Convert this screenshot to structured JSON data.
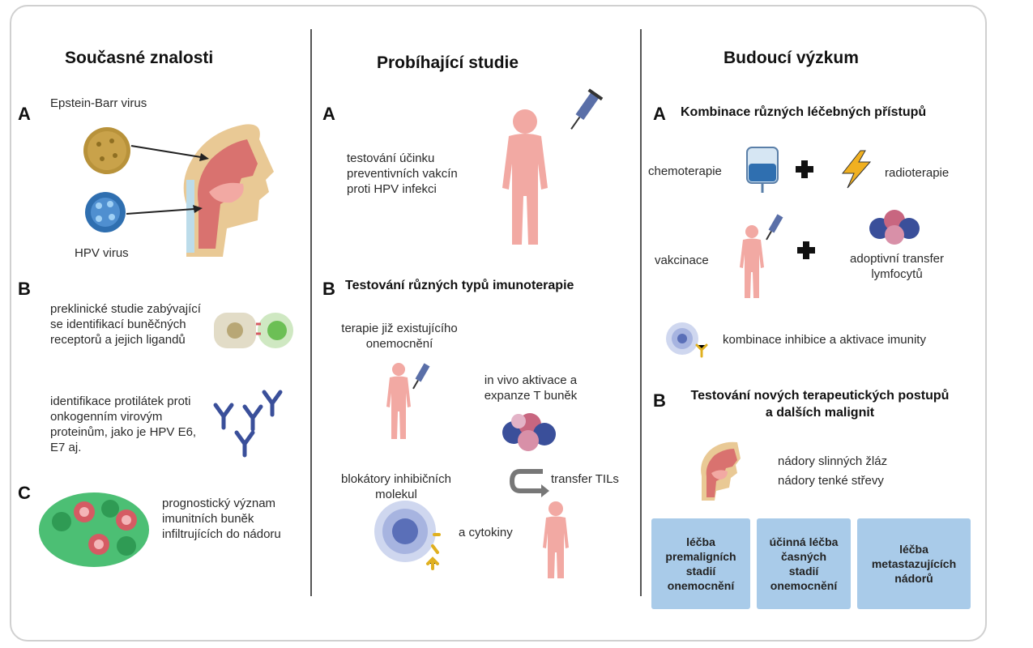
{
  "columns": [
    {
      "title": "Současné znalosti",
      "sections": [
        {
          "letter": "A",
          "items": [
            "Epstein-Barr virus",
            "HPV virus"
          ]
        },
        {
          "letter": "B",
          "items": [
            "preklinické studie zabývající se identifikací buněčných receptorů a jejich ligandů",
            "identifikace protilátek proti onkogenním virovým proteinům, jako je HPV E6, E7 aj."
          ]
        },
        {
          "letter": "C",
          "items": [
            "prognostický význam imunitních buněk infiltrujících do nádoru"
          ]
        }
      ]
    },
    {
      "title": "Probíhající studie",
      "sections": [
        {
          "letter": "A",
          "items": [
            "testování účinku preventivních vakcín proti HPV infekci"
          ]
        },
        {
          "letter": "B",
          "heading": "Testování různých typů imunoterapie",
          "items": [
            "terapie již existujícího onemocnění",
            "in vivo aktivace a expanze T buněk",
            "blokátory inhibičních molekul",
            "transfer TILs",
            "a cytokiny"
          ]
        }
      ]
    },
    {
      "title": "Budoucí výzkum",
      "sections": [
        {
          "letter": "A",
          "heading": "Kombinace různých léčebných přístupů",
          "items": [
            "chemoterapie",
            "radioterapie",
            "vakcinace",
            "adoptivní transfer lymfocytů",
            "kombinace inhibice a aktivace imunity"
          ]
        },
        {
          "letter": "B",
          "heading": "Testování nových terapeutických postupů a dalších malignit",
          "items": [
            "nádory slinných žláz",
            "nádory tenké střevy"
          ],
          "boxes": [
            "léčba premaligních stadií onemocnění",
            "účinná léčba časných stadií onemocnění",
            "léčba metastazujících nádorů"
          ]
        }
      ]
    }
  ],
  "colors": {
    "box": "#a9cbe9",
    "skin": "#f2a9a3",
    "virus_ebv": "#b8923a",
    "virus_hpv": "#2f6fb0",
    "antibody": "#3a4f9a",
    "tumor": "#4cbf74",
    "cell_red": "#d55b63"
  }
}
